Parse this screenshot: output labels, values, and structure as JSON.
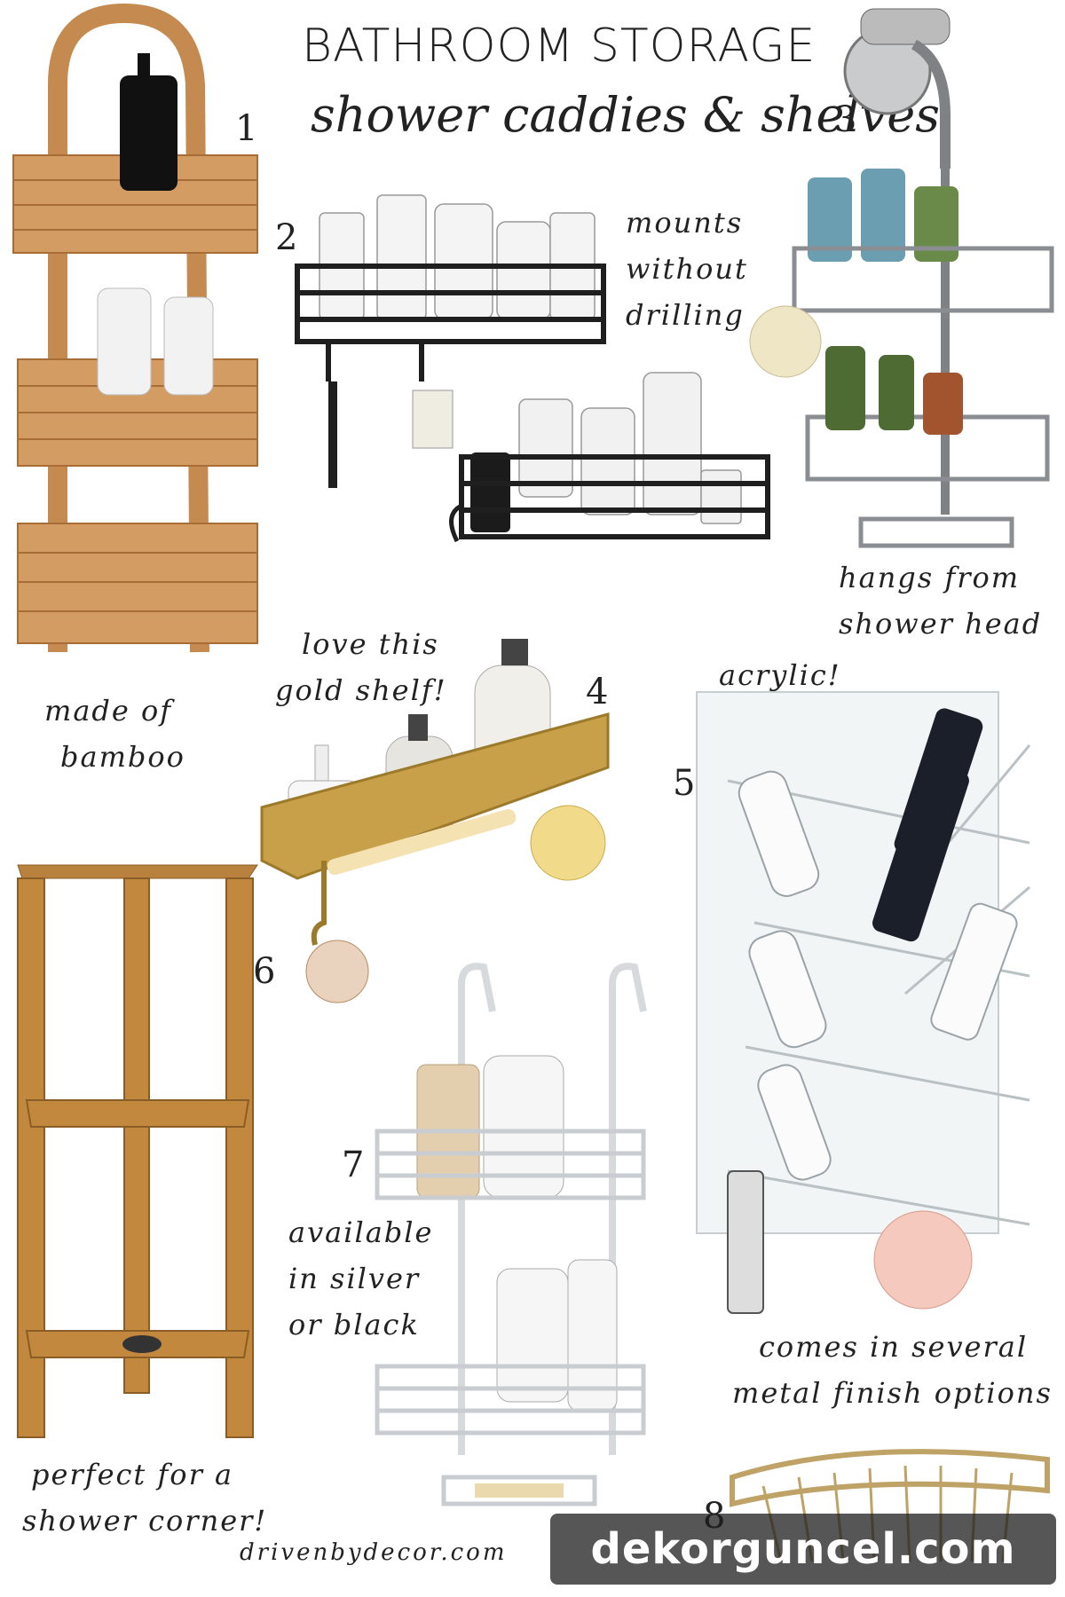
{
  "header": {
    "title": "BATHROOM STORAGE",
    "subtitle": "shower caddies & shelves"
  },
  "products": [
    {
      "number": "1",
      "caption": [
        "made of",
        "bamboo"
      ],
      "material": "bamboo",
      "color": "#c58a50"
    },
    {
      "number": "2",
      "caption": [
        "mounts",
        "without",
        "drilling"
      ],
      "material": "black metal",
      "color": "#1f1f1f"
    },
    {
      "number": "3",
      "caption": [
        "hangs from",
        "shower head"
      ],
      "material": "chrome",
      "color": "#8a8d91"
    },
    {
      "number": "4",
      "caption": [
        "love this",
        "gold shelf!"
      ],
      "material": "gold metal",
      "color": "#c8a04a"
    },
    {
      "number": "5",
      "caption": [
        "acrylic!"
      ],
      "material": "clear acrylic",
      "color": "#e6ecef"
    },
    {
      "number": "6",
      "caption": [
        "perfect for a",
        "shower corner!"
      ],
      "material": "teak wood",
      "color": "#c2883e"
    },
    {
      "number": "7",
      "caption": [
        "available",
        "in silver",
        "or black"
      ],
      "material": "silver metal",
      "color": "#d7dadd"
    },
    {
      "number": "8",
      "caption": [
        "comes in several",
        "metal finish options"
      ],
      "material": "brass",
      "color": "#bfa266"
    }
  ],
  "footer": {
    "credit": "drivenbydecor.com",
    "watermark": "dekorguncel.com"
  }
}
